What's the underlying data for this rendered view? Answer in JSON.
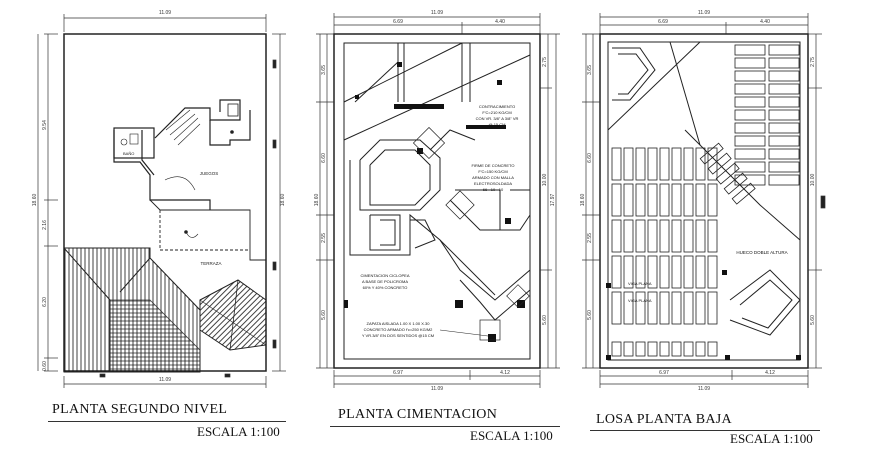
{
  "plans": [
    {
      "title": "PLANTA SEGUNDO NIVEL",
      "scale": "ESCALA 1:100",
      "dims": {
        "top": "11.09",
        "bottom": "11.09",
        "left_a": "9.54",
        "left_b": "2.16",
        "left_c": "6.20",
        "left_d": "0.60",
        "right": "18.60"
      },
      "labels": {
        "room1": "JUEGOS",
        "room2": "TERRAZA",
        "room3": "BAÑO"
      }
    },
    {
      "title": "PLANTA CIMENTACION",
      "scale": "ESCALA 1:100",
      "dims": {
        "top": "11.09",
        "top_a": "6.69",
        "top_b": "4.40",
        "bottom": "11.09",
        "bottom_a": "6.97",
        "bottom_b": "4.12",
        "left_a": "3.65",
        "left_b": "6.60",
        "left_c": "2.55",
        "left_d": "5.60",
        "right_a": "2.75",
        "right_b": "10.00",
        "right_c": "5.60",
        "right_total": "17.97",
        "left_total": "18.60"
      },
      "notes": {
        "n1": "CONTRACIMIENTO",
        "n2": "F'C=210 KG/CM",
        "n3": "CON VR. 3/8\" A 3/8\" VR",
        "n4": "@ 15 CM",
        "n5": "FIRME DE CONCRETO",
        "n6": "F'C=150 KG/CM",
        "n7": "ARMADO CON MALLA",
        "n8": "ELECTROSOLDADA",
        "n9": "66 - 10 - 10",
        "n10": "CIMENTACION CICLOPEA",
        "n11": "A BASE DE POLICROMA",
        "n12": "60% Y 40% CONCRETO",
        "n13": "ZAPATA AISLADA 1.00 X 1.00 X.30",
        "n14": "CONCRETO ARMADO f'c=250 KG/M2",
        "n15": "Y VR.3/8\" EN DOS SENTIDOS @15 CM"
      }
    },
    {
      "title": "LOSA PLANTA BAJA",
      "scale": "ESCALA 1:100",
      "dims": {
        "top": "11.09",
        "top_a": "6.69",
        "top_b": "4.40",
        "bottom": "11.09",
        "bottom_a": "6.97",
        "bottom_b": "4.12",
        "left_a": "3.65",
        "left_b": "6.60",
        "left_c": "2.55",
        "left_d": "5.60",
        "right_a": "2.75",
        "right_b": "10.00",
        "right_c": "5.60",
        "left_total": "18.60"
      },
      "labels": {
        "hueco": "HUECO DOBLE ALTURA",
        "viga1": "VIGA PLANA",
        "viga2": "VIGA PLANA"
      }
    }
  ]
}
